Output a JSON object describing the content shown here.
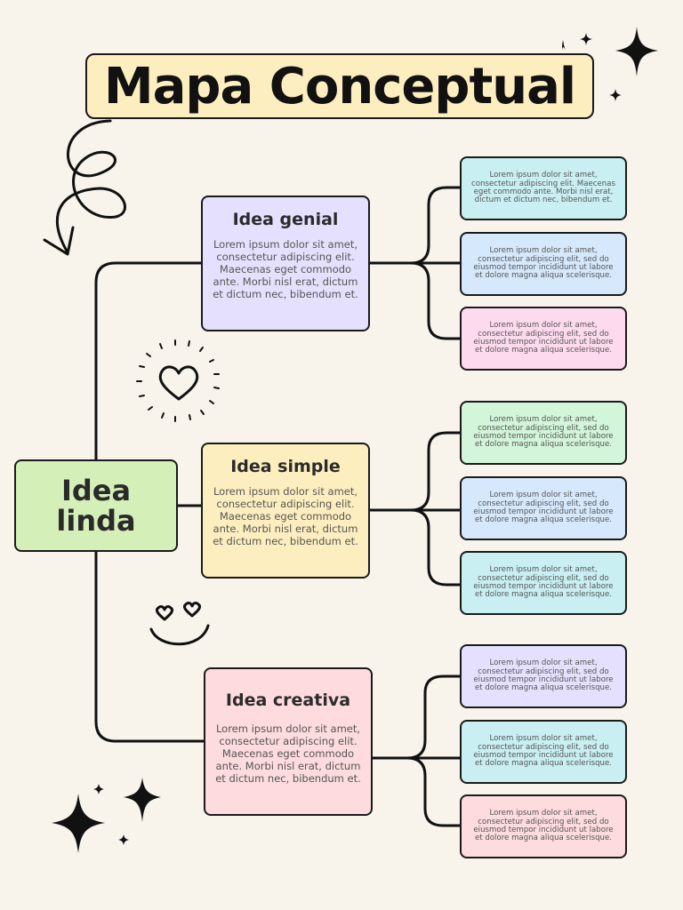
{
  "title": "Mapa Conceptual",
  "central": {
    "label_line1": "Idea",
    "label_line2": "linda"
  },
  "branches": [
    {
      "title": "Idea genial",
      "text": "Lorem ipsum dolor sit amet, consectetur adipiscing elit. Maecenas eget commodo ante. Morbi nisl erat, dictum et dictum nec, bibendum et.",
      "leaves": [
        "Lorem ipsum dolor sit amet, consectetur adipiscing elit. Maecenas eget commodo ante. Morbi nisl erat, dictum et dictum nec, bibendum et.",
        "Lorem ipsum dolor sit amet, consectetur adipiscing elit, sed do eiusmod tempor incididunt ut labore et dolore magna aliqua scelerisque.",
        "Lorem ipsum dolor sit amet, consectetur adipiscing elit, sed do eiusmod tempor incididunt ut labore et dolore magna aliqua scelerisque."
      ]
    },
    {
      "title": "Idea simple",
      "text": "Lorem ipsum dolor sit amet, consectetur adipiscing elit. Maecenas eget commodo ante. Morbi nisl erat, dictum et dictum nec, bibendum et.",
      "leaves": [
        "Lorem ipsum dolor sit amet, consectetur adipiscing elit, sed do eiusmod tempor incididunt ut labore et dolore magna aliqua scelerisque.",
        "Lorem ipsum dolor sit amet, consectetur adipiscing elit, sed do eiusmod tempor incididunt ut labore et dolore magna aliqua scelerisque.",
        "Lorem ipsum dolor sit amet, consectetur adipiscing elit, sed do eiusmod tempor incididunt ut labore et dolore magna aliqua scelerisque."
      ]
    },
    {
      "title": "Idea creativa",
      "text": "Lorem ipsum dolor sit amet, consectetur adipiscing elit. Maecenas eget commodo ante. Morbi nisl erat, dictum et dictum nec, bibendum et.",
      "leaves": [
        "Lorem ipsum dolor sit amet, consectetur adipiscing elit, sed do eiusmod tempor incididunt ut labore et dolore magna aliqua scelerisque.",
        "Lorem ipsum dolor sit amet, consectetur adipiscing elit, sed do eiusmod tempor incididunt ut labore et dolore magna aliqua scelerisque.",
        "Lorem ipsum dolor sit amet, consectetur adipiscing elit, sed do eiusmod tempor incididunt ut labore et dolore magna aliqua scelerisque."
      ]
    }
  ],
  "colors": {
    "background": "#f8f4ec",
    "title_fill": "#fdeebf",
    "central_fill": "#d5efb8",
    "genial_fill": "#e5e0fd",
    "simple_fill": "#fdeebf",
    "creativa_fill": "#fddbdf",
    "leaf_cyan": "#c9eff2",
    "leaf_blue": "#d6e8fc",
    "leaf_pink": "#fddaee",
    "leaf_green": "#d3f5da",
    "leaf_lavender": "#e5e0fd",
    "leaf_rose": "#fddbdf",
    "stroke": "#1a1a1a"
  },
  "decorations": [
    "sparkle-icon",
    "curly-arrow-icon",
    "heart-icon",
    "smiley-icon"
  ]
}
